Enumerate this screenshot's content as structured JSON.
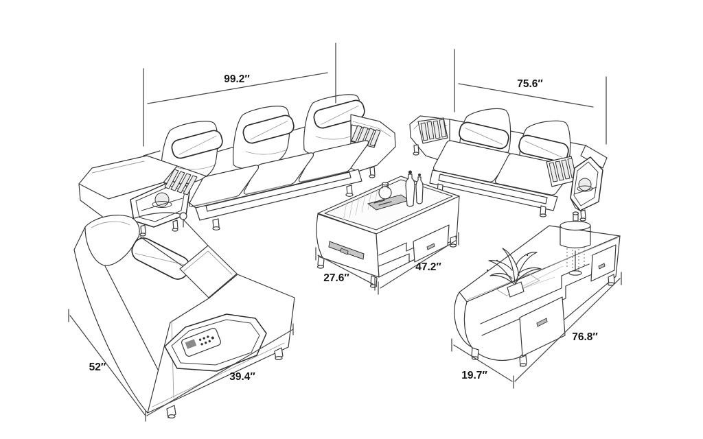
{
  "diagram": {
    "type": "furniture-dimension-drawing",
    "background_color": "#ffffff",
    "line_color": "#383838",
    "dimension_line_color": "#4a4a4a",
    "text_color": "#141414",
    "unit_mark": "″",
    "items": [
      {
        "name": "three-seat-sofa",
        "dims": {
          "width": "99.2″"
        }
      },
      {
        "name": "two-seat-sofa",
        "dims": {
          "width": "75.6″"
        }
      },
      {
        "name": "coffee-table",
        "dims": {
          "depth": "27.6″",
          "width": "47.2″"
        }
      },
      {
        "name": "armchair",
        "dims": {
          "depth": "52″",
          "width": "39.4″"
        }
      },
      {
        "name": "tv-stand",
        "dims": {
          "depth": "19.7″",
          "width": "76.8″"
        }
      }
    ]
  }
}
